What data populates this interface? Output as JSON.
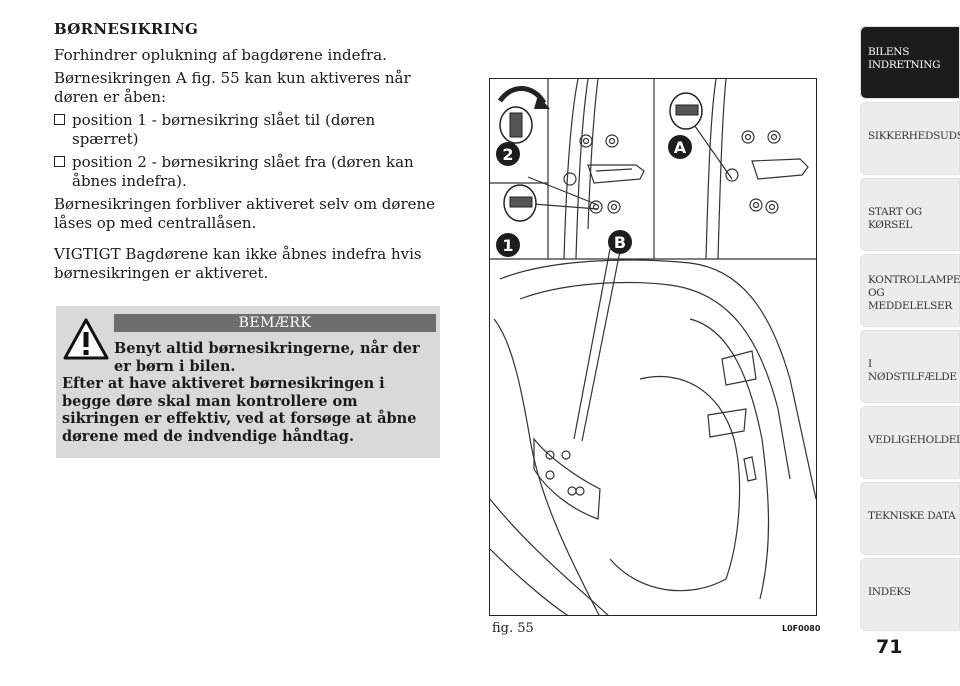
{
  "section": {
    "heading": "BØRNESIKRING",
    "para1": "Forhindrer oplukning af bagdørene indefra.",
    "para2": "Børnesikringen A fig. 55 kan kun aktiveres når døren er åben:",
    "bullets": [
      "position 1 - børnesikring slået til (døren spærret)",
      "position 2 - børnesikring slået fra (døren kan åbnes indefra)."
    ],
    "para3": "Børnesikringen forbliver aktiveret selv om dørene låses op med centrallåsen.",
    "para4": "VIGTIGT Bagdørene kan ikke åbnes indefra hvis børnesikringen er aktiveret."
  },
  "note": {
    "title": "BEMÆRK",
    "line1": "Benyt altid børnesikringerne, når der er børn i bilen.",
    "line2": "Efter at have aktiveret børnesikringen i begge døre skal man kontrollere om sikringen er effektiv, ved at forsøge at åbne dørene med de indvendige håndtag.",
    "icon": "warning-triangle-icon"
  },
  "figure": {
    "caption": "fig. 55",
    "code": "L0F0080",
    "labels": {
      "two": "2",
      "one": "1",
      "a": "A",
      "b": "B"
    }
  },
  "tabs": [
    {
      "label": "BILENS INDRETNING",
      "active": true
    },
    {
      "label": "SIKKERHEDSUDSTYR",
      "active": false
    },
    {
      "label": "START OG KØRSEL",
      "active": false
    },
    {
      "label": "KONTROLLAMPER OG MEDDELELSER",
      "active": false
    },
    {
      "label": "I NØDSTILFÆLDE",
      "active": false
    },
    {
      "label": "VEDLIGEHOLDELSE",
      "active": false
    },
    {
      "label": "TEKNISKE DATA",
      "active": false
    },
    {
      "label": "INDEKS",
      "active": false
    }
  ],
  "page_number": "71"
}
